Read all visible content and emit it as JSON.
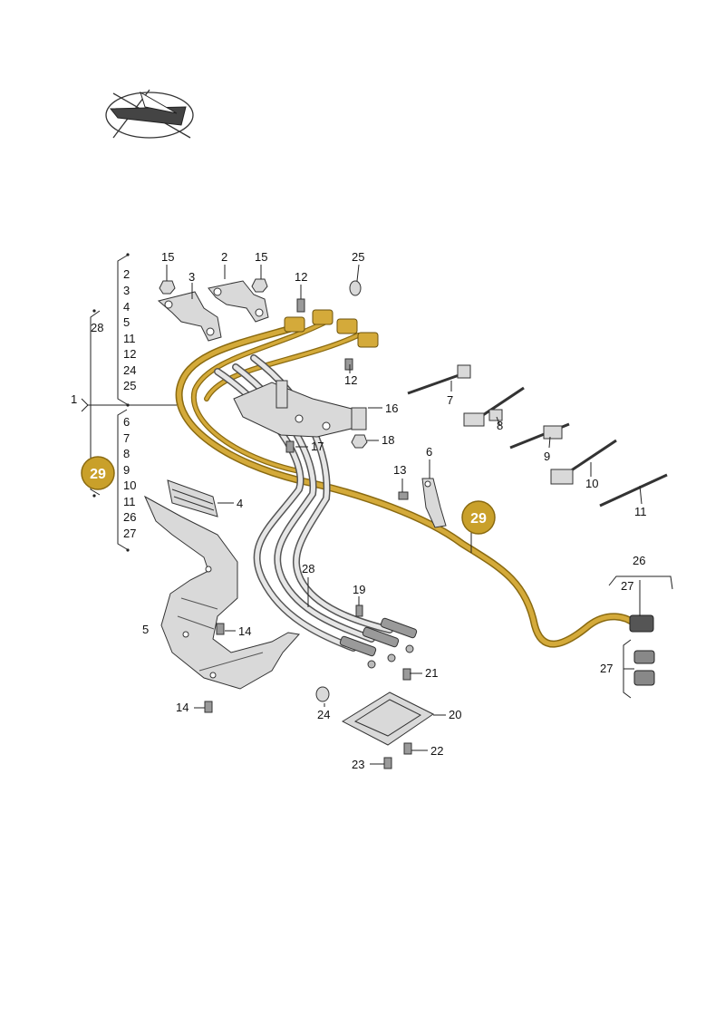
{
  "diagram": {
    "colors": {
      "highlight": "#d4aa3a",
      "highlight_dark": "#8a6a10",
      "callout_fill": "#c9a02a",
      "line": "#222222",
      "part_fill": "#d9d9d9"
    },
    "group_list_upper": [
      "2",
      "3",
      "4",
      "5",
      "11",
      "12",
      "24",
      "25"
    ],
    "group_list_lower": [
      "6",
      "7",
      "8",
      "9",
      "10",
      "11",
      "26",
      "27"
    ],
    "labels": {
      "l1": "1",
      "l28_left": "28",
      "l15a": "15",
      "l2": "2",
      "l15b": "15",
      "l3": "3",
      "l25": "25",
      "l12a": "12",
      "l12b": "12",
      "l16": "16",
      "l17": "17",
      "l18": "18",
      "l4": "4",
      "l5": "5",
      "l6": "6",
      "l13": "13",
      "l7": "7",
      "l8": "8",
      "l9": "9",
      "l10": "10",
      "l11": "11",
      "l28_mid": "28",
      "l19": "19",
      "l14a": "14",
      "l14b": "14",
      "l21": "21",
      "l24": "24",
      "l20": "20",
      "l22": "22",
      "l23": "23",
      "l26": "26",
      "l27a": "27",
      "l27b": "27"
    },
    "callouts": [
      "29",
      "29"
    ]
  }
}
